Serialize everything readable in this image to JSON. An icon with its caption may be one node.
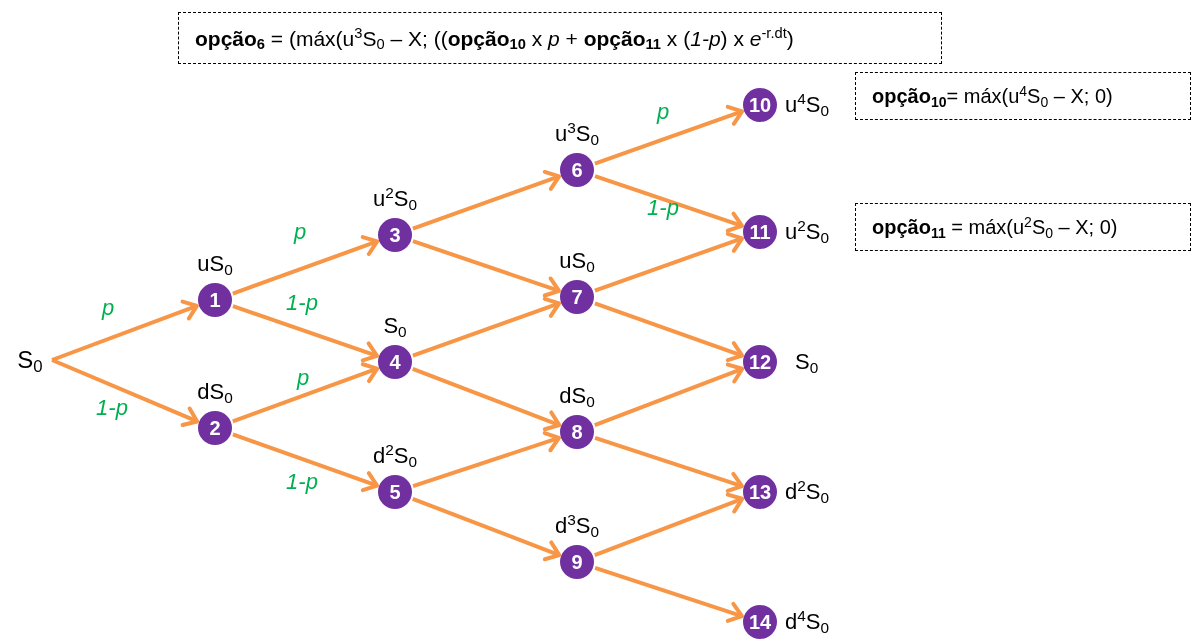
{
  "diagram": {
    "nodes": [
      {
        "text": [
          "S$_{0}$"
        ]
      },
      {
        "text": [
          "1"
        ],
        "beside": [
          "uS$_{0}$"
        ]
      },
      {
        "text": [
          "2"
        ],
        "beside": [
          "dS$_{0}$"
        ]
      },
      {
        "text": [
          "3"
        ],
        "beside": [
          "u$^{2}$S$_{0}$"
        ]
      },
      {
        "text": [
          "4"
        ],
        "beside": [
          "S$_{0}$"
        ]
      },
      {
        "text": [
          "5"
        ],
        "beside": [
          "d$^{2}$S$_{0}$"
        ]
      },
      {
        "text": [
          "6"
        ],
        "beside": [
          "u$^{3}$S$_{0}$"
        ]
      },
      {
        "text": [
          "7"
        ],
        "beside": [
          "uS$_{0}$"
        ]
      },
      {
        "text": [
          "8"
        ],
        "beside": [
          "dS$_{0}$"
        ]
      },
      {
        "text": [
          "9"
        ],
        "beside": [
          "d$^{3}$S$_{0}$"
        ]
      },
      {
        "text": [
          "10"
        ],
        "beside": [
          "u$^{4}$S$_{0}$"
        ]
      },
      {
        "text": [
          "11"
        ],
        "beside": [
          "u$^{2}$S$_{0}$"
        ]
      },
      {
        "text": [
          "12"
        ],
        "beside": [
          "S$_{0}$"
        ]
      },
      {
        "text": [
          "13"
        ],
        "beside": [
          "d$^{2}$S$_{0}$"
        ]
      },
      {
        "text": [
          "14"
        ],
        "beside": [
          "d$^{4}$S$_{0}$"
        ]
      },
      {
        "text": [
          "**opção$_{6}$** = (máx(u$^{3}$S$_{0}$ – X; ((**opção$_{10}$** x *p* + **opção$_{11}$** x (*1-p*) x *e*$^{-r.dt}$)"
        ]
      },
      {
        "text": [
          "**opção$_{10}$**= máx(u$^{4}$S$_{0}$ – X; 0)"
        ]
      },
      {
        "text": [
          "**opção$_{11}$** = máx(u$^{2}$S$_{0}$ – X; 0)"
        ]
      }
    ],
    "edges": [
      {
        "from": 0,
        "to": 1,
        "arrow": "to",
        "label": "p"
      },
      {
        "from": 0,
        "to": 2,
        "arrow": "to",
        "label": "1-p"
      },
      {
        "from": 1,
        "to": 3,
        "arrow": "to",
        "label": "p"
      },
      {
        "from": 1,
        "to": 4,
        "arrow": "to",
        "label": "1-p"
      },
      {
        "from": 2,
        "to": 4,
        "arrow": "to",
        "label": "p"
      },
      {
        "from": 2,
        "to": 5,
        "arrow": "to",
        "label": "1-p"
      },
      {
        "from": 3,
        "to": 6,
        "arrow": "to"
      },
      {
        "from": 3,
        "to": 7,
        "arrow": "to"
      },
      {
        "from": 4,
        "to": 7,
        "arrow": "to"
      },
      {
        "from": 4,
        "to": 8,
        "arrow": "to"
      },
      {
        "from": 5,
        "to": 8,
        "arrow": "to"
      },
      {
        "from": 5,
        "to": 9,
        "arrow": "to"
      },
      {
        "from": 6,
        "to": 10,
        "arrow": "to",
        "label": "p"
      },
      {
        "from": 6,
        "to": 11,
        "arrow": "to",
        "label": "1-p"
      },
      {
        "from": 7,
        "to": 11,
        "arrow": "to"
      },
      {
        "from": 7,
        "to": 12,
        "arrow": "to"
      },
      {
        "from": 8,
        "to": 12,
        "arrow": "to"
      },
      {
        "from": 8,
        "to": 13,
        "arrow": "to"
      },
      {
        "from": 9,
        "to": 13,
        "arrow": "to"
      },
      {
        "from": 9,
        "to": 14,
        "arrow": "to"
      }
    ]
  }
}
